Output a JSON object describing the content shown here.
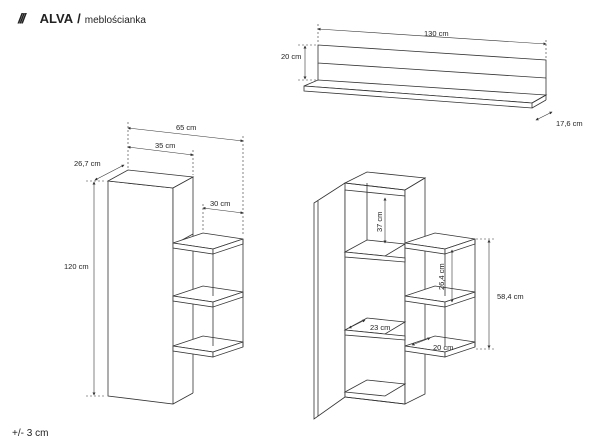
{
  "header": {
    "logo_mark": "///",
    "brand": "ALVA",
    "separator": "/",
    "subtitle": "meblościanka"
  },
  "dimensions": {
    "shelf_width": "130 cm",
    "shelf_height": "20 cm",
    "shelf_depth": "17,6 cm",
    "cabinet_total_width": "65 cm",
    "cabinet_body_width": "35 cm",
    "cabinet_depth": "26,7 cm",
    "side_shelf_width": "30 cm",
    "cabinet_height": "120 cm",
    "upper_compartment": "37 cm",
    "side_shelf_spacing": "26,4 cm",
    "side_unit_height": "58,4 cm",
    "inner_shelf_depth": "23 cm",
    "side_shelf_depth": "20 cm"
  },
  "footer": {
    "tolerance": "+/- 3 cm"
  },
  "colors": {
    "line": "#333333",
    "panel": "#ffffff"
  }
}
